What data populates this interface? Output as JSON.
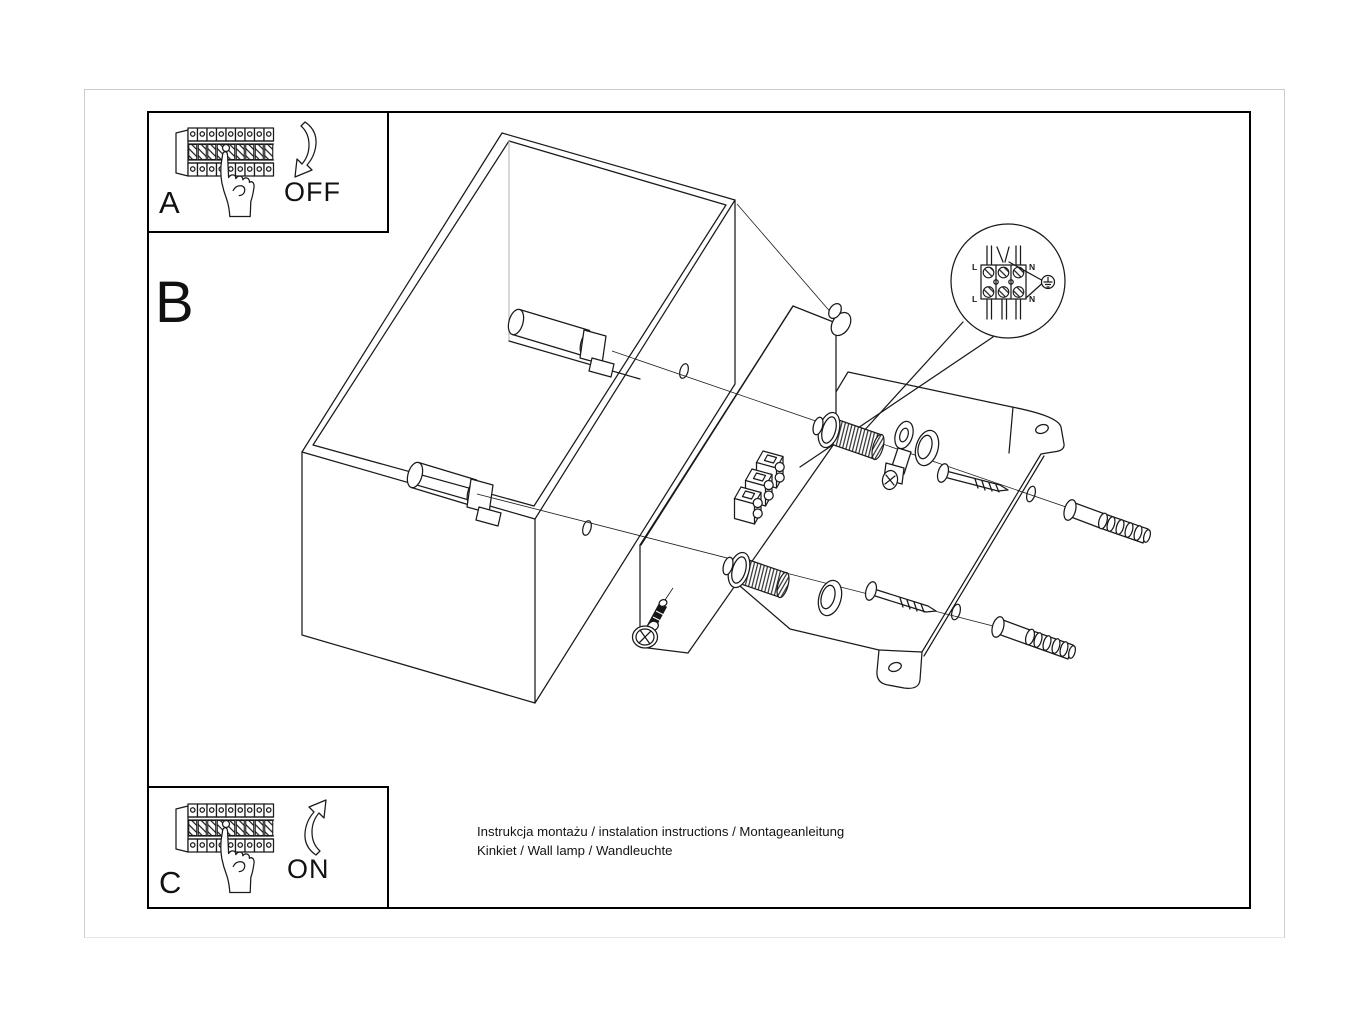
{
  "panel_a": {
    "step_label": "A",
    "action_label": "OFF"
  },
  "panel_c": {
    "step_label": "C",
    "action_label": "ON"
  },
  "section_b": {
    "step_label": "B"
  },
  "wiring_detail": {
    "terminal_top_left": "L",
    "terminal_top_right": "N",
    "terminal_bottom_left": "L",
    "terminal_bottom_right": "N"
  },
  "footer": {
    "line1": "Instrukcja montażu / instalation instructions / Montageanleitung",
    "line2": "Kinkiet / Wall lamp / Wandleuchte"
  },
  "colors": {
    "ink": "#1a1a1a",
    "frame_border": "#000000",
    "sheet_border": "#cccccc",
    "background": "#ffffff"
  }
}
